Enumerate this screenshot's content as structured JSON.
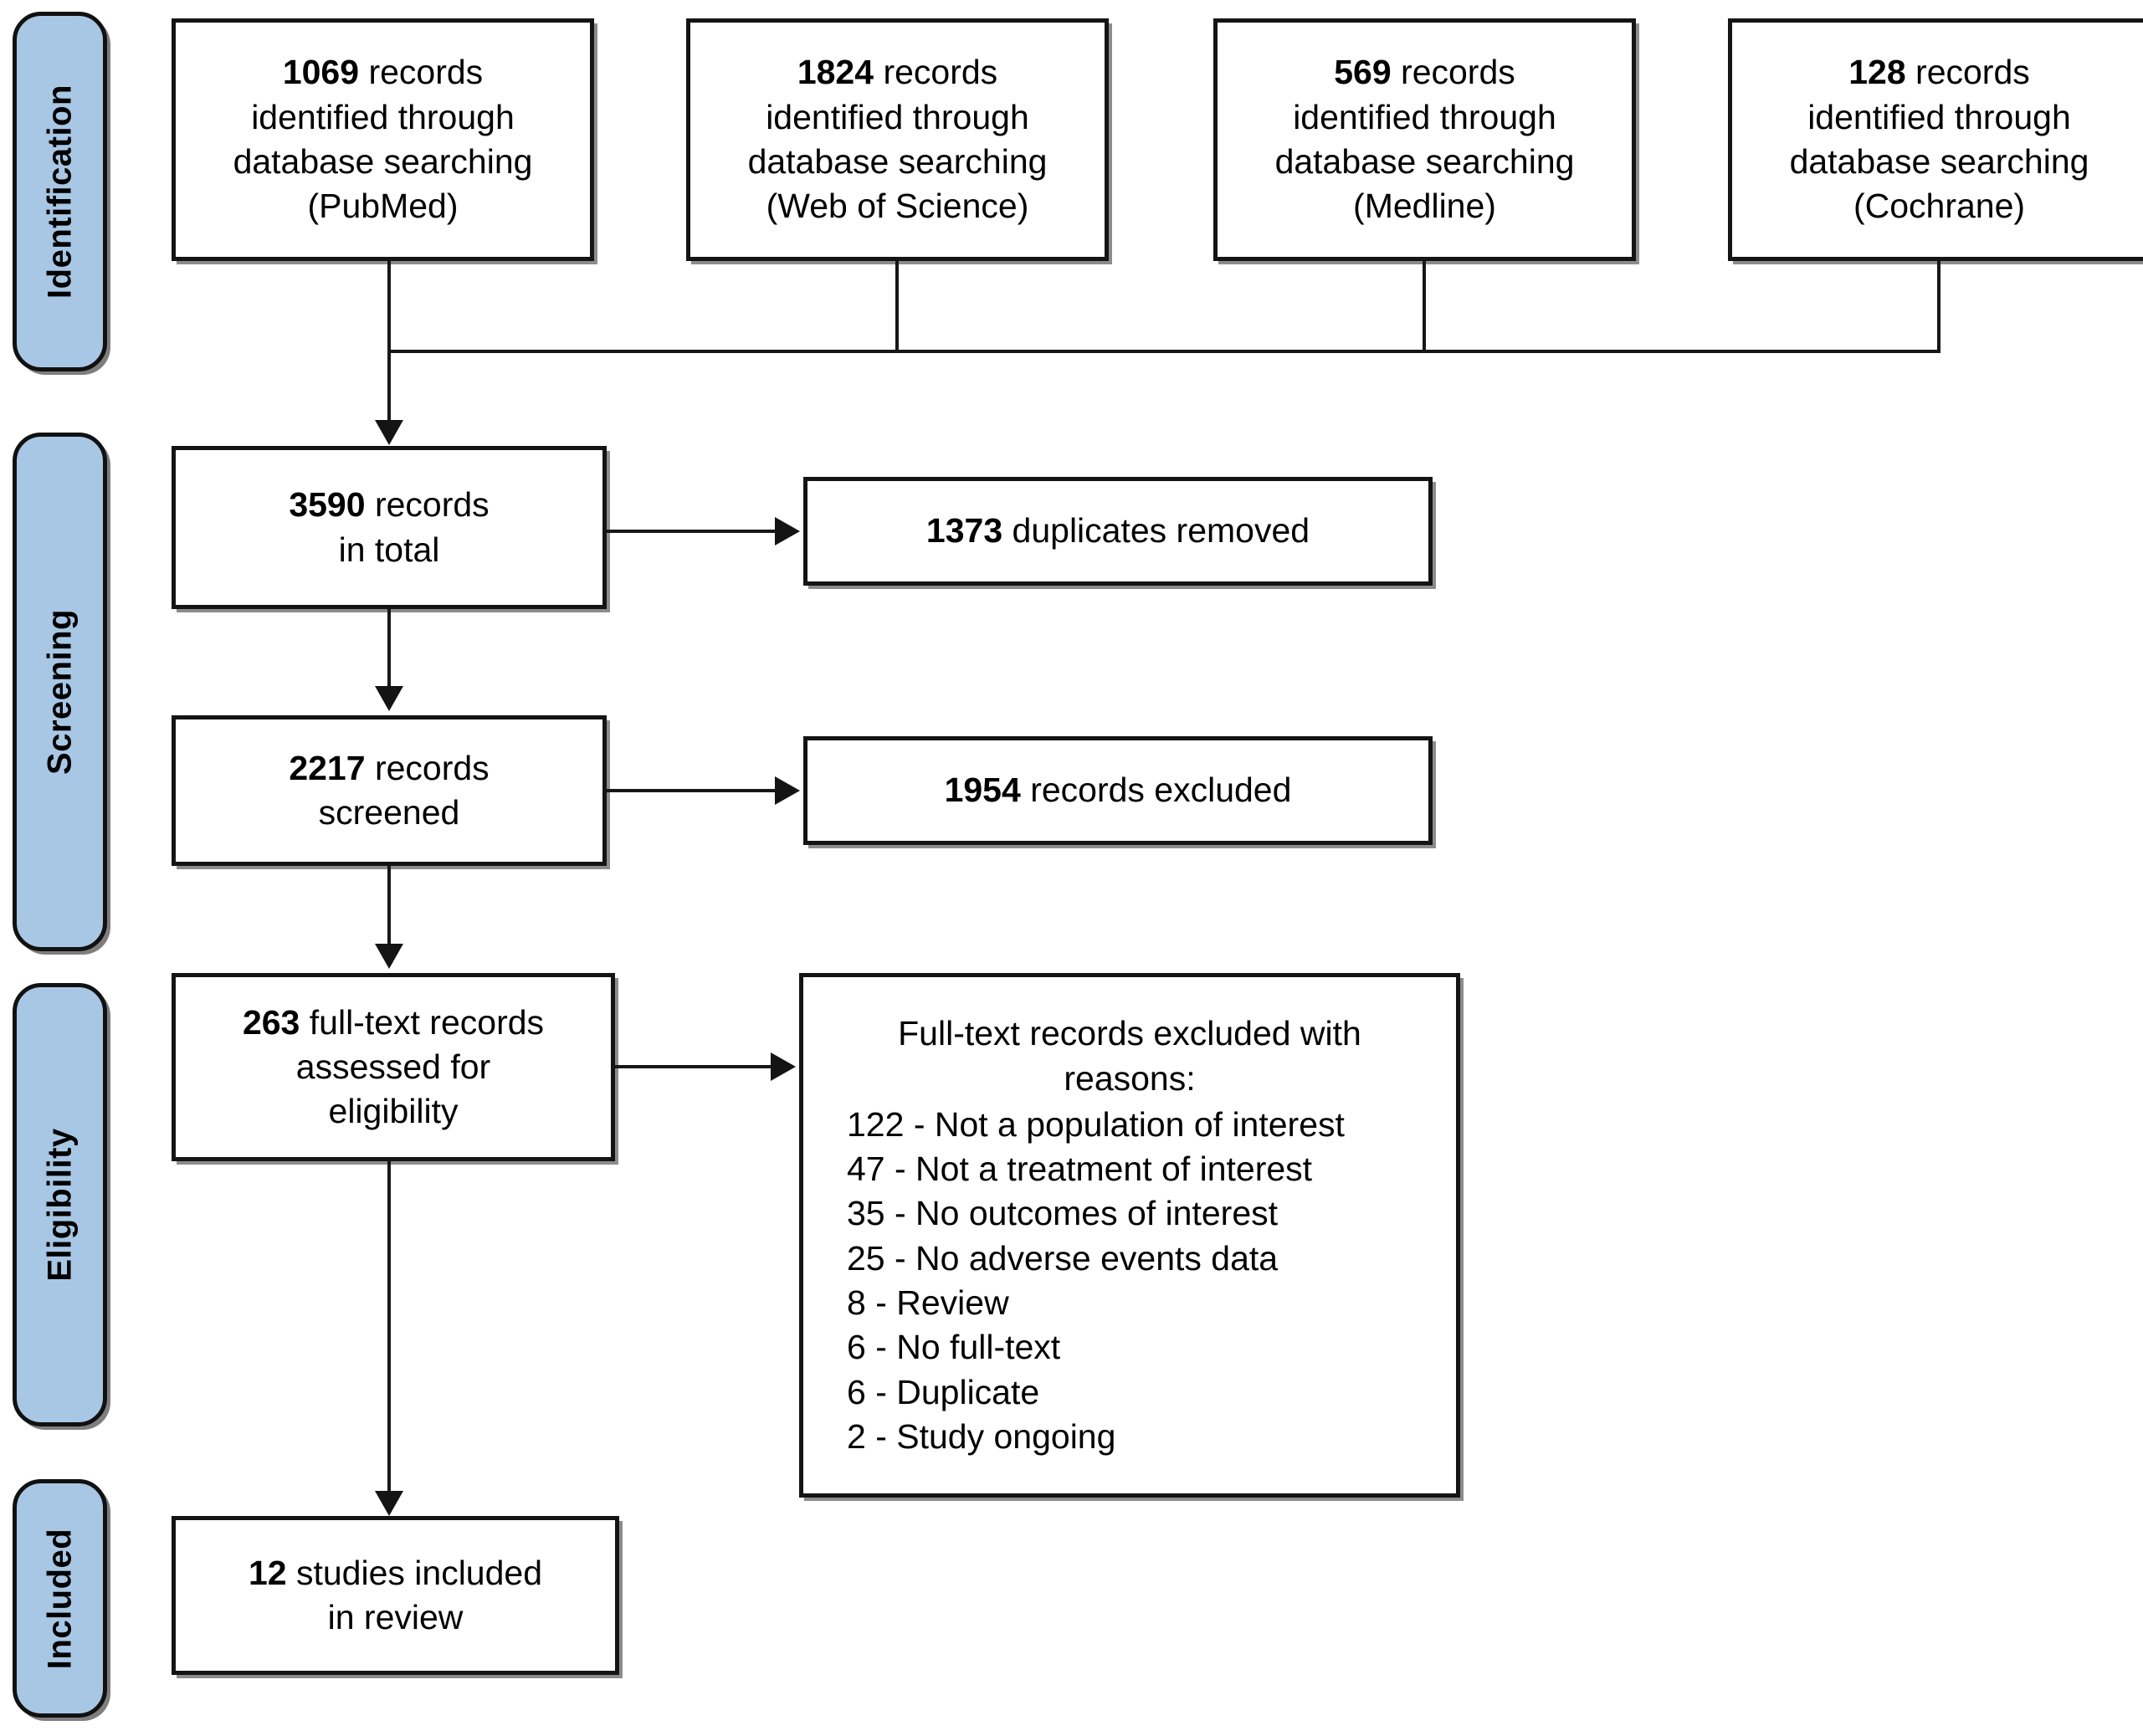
{
  "diagram": {
    "title": "PRISMA flow diagram",
    "accent_color": "#a8c7e5",
    "line_color": "#141414",
    "background": "#ffffff"
  },
  "stages": [
    {
      "id": "identification",
      "label": "Identification"
    },
    {
      "id": "screening",
      "label": "Screening"
    },
    {
      "id": "eligibility",
      "label": "Eligibility"
    },
    {
      "id": "included",
      "label": "Included"
    }
  ],
  "sources": [
    {
      "count": "1069",
      "line1": " records",
      "line2": "identified through",
      "line3": "database searching",
      "database": "(PubMed)"
    },
    {
      "count": "1824",
      "line1": " records",
      "line2": "identified through",
      "line3": "database searching",
      "database": "(Web of Science)"
    },
    {
      "count": "569",
      "line1": " records",
      "line2": "identified through",
      "line3": "database searching",
      "database": "(Medline)"
    },
    {
      "count": "128",
      "line1": " records",
      "line2": "identified through",
      "line3": "database searching",
      "database": "(Cochrane)"
    }
  ],
  "total_records": {
    "count": "3590",
    "line1": " records",
    "line2": "in total"
  },
  "duplicates_removed": {
    "count": "1373",
    "text": " duplicates removed"
  },
  "screened": {
    "count": "2217",
    "line1": " records",
    "line2": "screened"
  },
  "records_excluded": {
    "count": "1954",
    "text": " records excluded"
  },
  "fulltext_assessed": {
    "count": "263",
    "line1": " full-text records",
    "line2": "assessed for",
    "line3": "eligibility"
  },
  "fulltext_excluded": {
    "heading_line1": "Full-text records excluded with",
    "heading_line2": "reasons:",
    "reasons": [
      {
        "count": "122",
        "label": "Not a population of interest"
      },
      {
        "count": "47",
        "label": "Not a treatment of interest"
      },
      {
        "count": "35",
        "label": "No outcomes of interest"
      },
      {
        "count": "25",
        "label": "No adverse events data"
      },
      {
        "count": "8",
        "label": "Review"
      },
      {
        "count": "6",
        "label": "No full-text"
      },
      {
        "count": "6",
        "label": "Duplicate"
      },
      {
        "count": "2",
        "label": "Study ongoing"
      }
    ]
  },
  "included_studies": {
    "count": "12",
    "line1": " studies included",
    "line2": "in review"
  }
}
